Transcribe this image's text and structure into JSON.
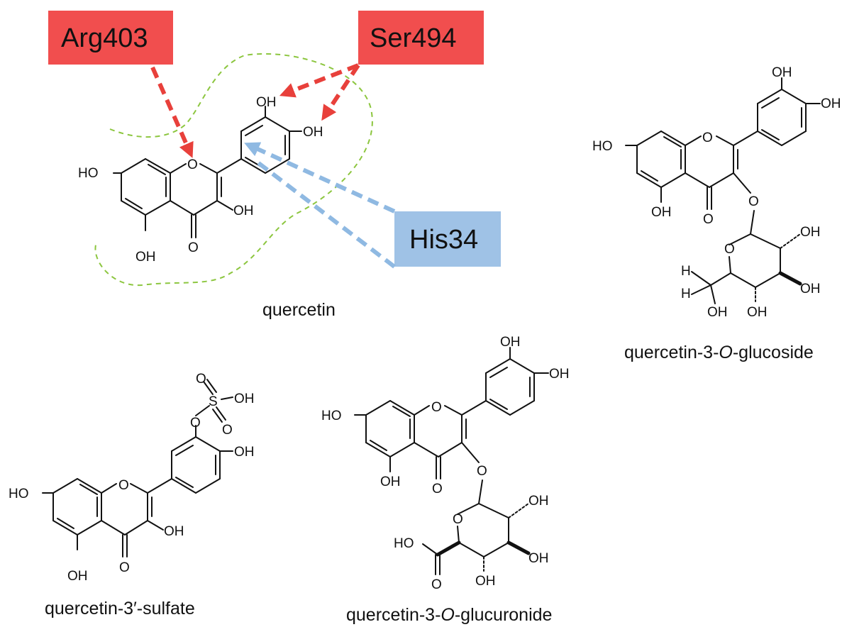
{
  "residues": {
    "arg": "Arg403",
    "ser": "Ser494",
    "his": "His34"
  },
  "labels": {
    "oh": "OH",
    "ho": "HO",
    "o": "O",
    "h": "H",
    "s": "S"
  },
  "captions": {
    "quercetin": "quercetin",
    "glucoside_a": "quercetin-3-",
    "glucoside_b": "O",
    "glucoside_c": "-glucoside",
    "sulfate": "quercetin-3′-sulfate",
    "glucuronide_a": "quercetin-3-",
    "glucuronide_b": "O",
    "glucuronide_c": "-glucuronide"
  },
  "colors": {
    "arg403": "#f14e4e",
    "ser494": "#f14e4e",
    "his34": "#9fc2e6",
    "pocket": "#8cc63f"
  }
}
